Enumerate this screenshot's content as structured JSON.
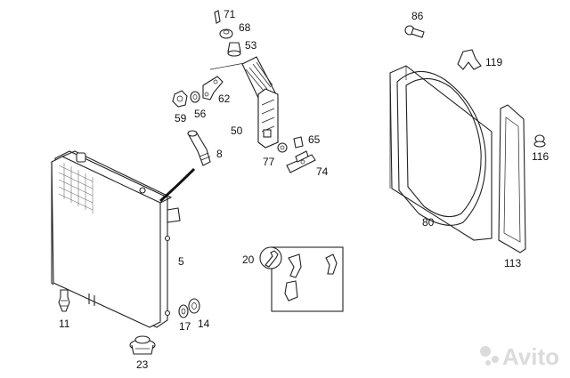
{
  "callouts": {
    "p71": "71",
    "p68": "68",
    "p53": "53",
    "p86": "86",
    "p119": "119",
    "p62": "62",
    "p59": "59",
    "p56": "56",
    "p50": "50",
    "p65": "65",
    "p77": "77",
    "p74": "74",
    "p8": "8",
    "p116": "116",
    "p80": "80",
    "p113": "113",
    "p20": "20",
    "p5": "5",
    "p11": "11",
    "p17": "17",
    "p14": "14",
    "p23": "23"
  },
  "watermark": {
    "text": "Avito"
  }
}
